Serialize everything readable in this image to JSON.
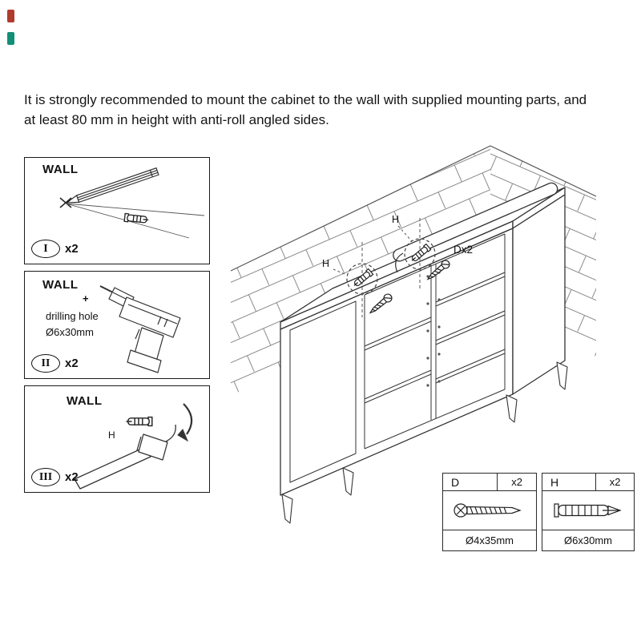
{
  "intro": {
    "line1": "It is strongly recommended to mount the cabinet to the wall with supplied mounting parts, and",
    "line2": "at least 80 mm in height with anti-roll angled sides."
  },
  "steps": [
    {
      "numeral": "I",
      "qty": "x2",
      "wall": "WALL"
    },
    {
      "numeral": "II",
      "qty": "x2",
      "wall": "WALL",
      "plus": "+",
      "note1": "drilling hole",
      "note2": "Ø6x30mm"
    },
    {
      "numeral": "III",
      "qty": "x2",
      "wall": "WALL",
      "anchor": "H"
    }
  ],
  "diagram": {
    "h_label_top": "H",
    "h_label_left": "H",
    "d_label": "Dx2"
  },
  "parts": [
    {
      "code": "D",
      "qty": "x2",
      "size": "Ø4x35mm",
      "icon": "screw-icon"
    },
    {
      "code": "H",
      "qty": "x2",
      "size": "Ø6x30mm",
      "icon": "wall-plug-icon"
    }
  ],
  "watermarks": {
    "color1": "#b03a2e",
    "color2": "#148f77"
  }
}
